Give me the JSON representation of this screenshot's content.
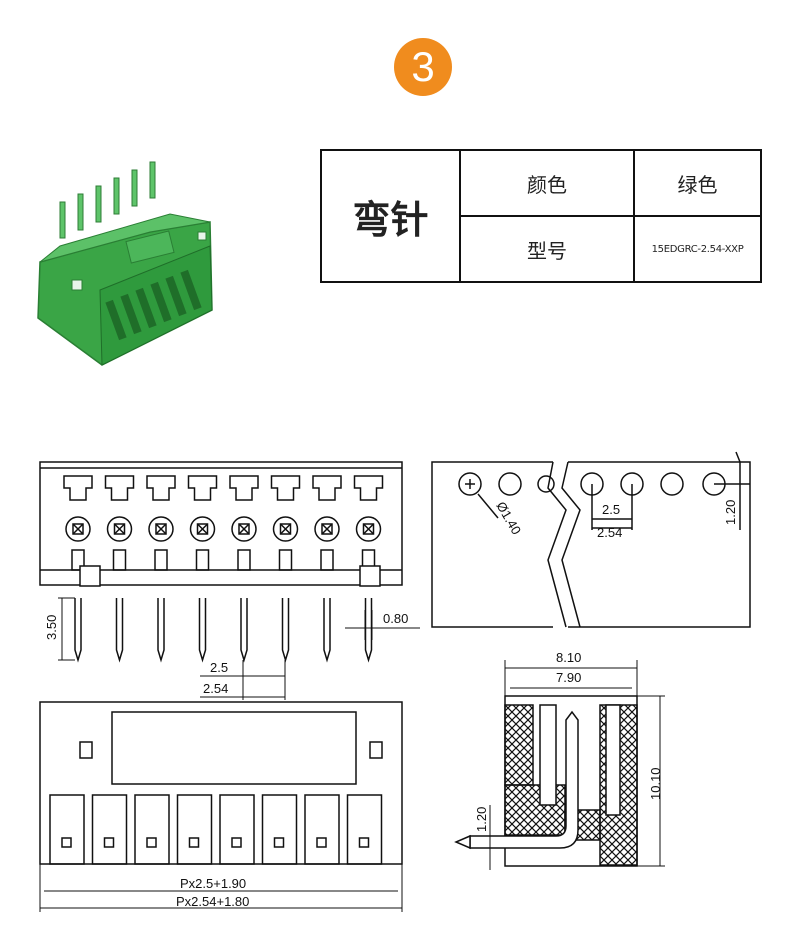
{
  "badge": {
    "number": "3"
  },
  "spec_table": {
    "pin_type": "弯针",
    "color_label": "颜色",
    "color_value": "绿色",
    "model_label": "型号",
    "model_value": "15EDGRC-2.54-XXP"
  },
  "dimensions": {
    "pin_length": "3.50",
    "pin_width": "0.80",
    "pitch_a": "2.5",
    "pitch_b": "2.54",
    "hole_dia": "Ø1.40",
    "hole_pitch_a": "2.5",
    "hole_pitch_b": "2.54",
    "hole_offset": "1.20",
    "depth_outer": "8.10",
    "depth_inner": "7.90",
    "height": "10.10",
    "pin_offset": "1.20",
    "width_a": "Px2.5+1.90",
    "width_b": "Px2.54+1.80"
  },
  "colors": {
    "badge": "#f08c1e",
    "connector_green": "#3aa546",
    "line": "#111111"
  },
  "pin_count_drawn": 8
}
